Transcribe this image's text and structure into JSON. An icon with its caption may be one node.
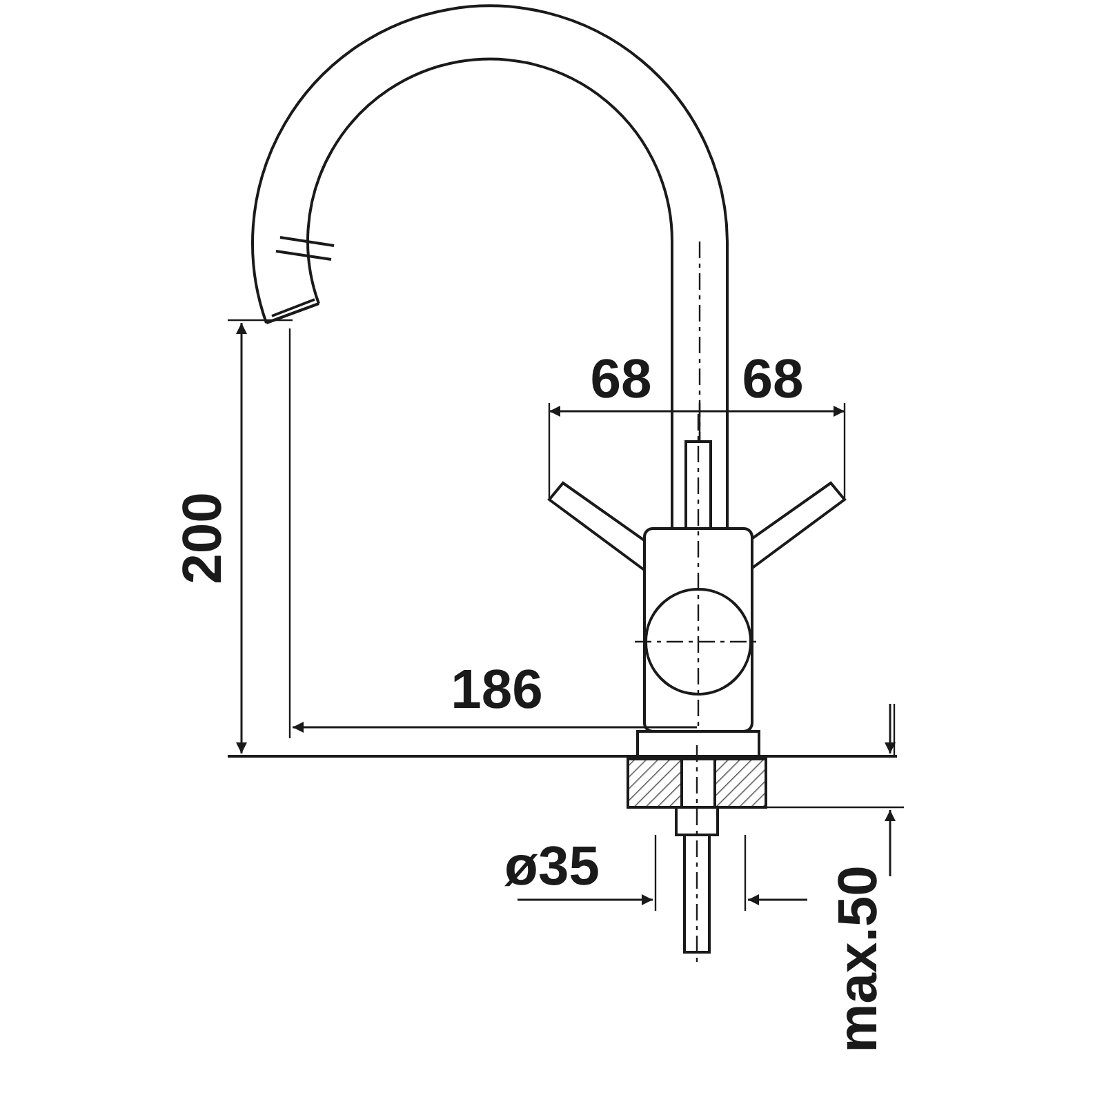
{
  "diagram": {
    "labels": [
      "68",
      "68",
      "200",
      "186",
      "ø35",
      "max.50"
    ]
  }
}
